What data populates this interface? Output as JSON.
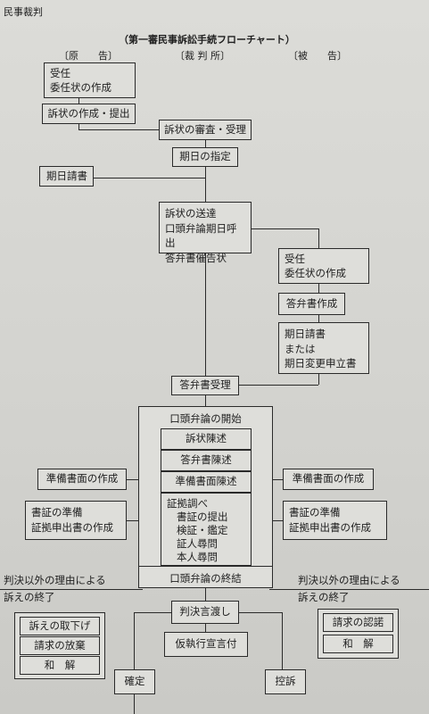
{
  "header": {
    "section": "民事裁判",
    "title": "（第一審民事訴訟手続フローチャート）",
    "col_plaintiff": "〔原　　告〕",
    "col_court": "〔裁 判 所〕",
    "col_defendant": "〔被　　告〕"
  },
  "nodes": {
    "p_juninn": [
      "受任",
      "委任状の作成"
    ],
    "p_sojo": "訴状の作成・提出",
    "c_shinsa": "訴状の審査・受理",
    "c_kijitsu": "期日の指定",
    "p_ukesho": "期日請書",
    "c_sotatsu": [
      "訴状の送達",
      "口頭弁論期日呼出",
      "答弁書催告状"
    ],
    "d_juninn": [
      "受任",
      "委任状の作成"
    ],
    "d_tobensho": "答弁書作成",
    "d_ukesho": [
      "期日請書",
      "または",
      "期日変更申立書"
    ],
    "c_juri": "答弁書受理",
    "c_kaishi": "口頭弁論の開始",
    "c_sojo_chinjutsu": "訴状陳述",
    "c_tobensho_chinjutsu": "答弁書陳述",
    "c_junbi_chinjutsu": "準備書面陳述",
    "c_shoko": [
      "証拠調べ",
      "書証の提出",
      "検証・鑑定",
      "証人尋問",
      "本人尋問"
    ],
    "p_junbi": "準備書面の作成",
    "d_junbi": "準備書面の作成",
    "p_shosho": [
      "書証の準備",
      "証拠申出書の作成"
    ],
    "d_shosho": [
      "書証の準備",
      "証拠申出書の作成"
    ],
    "c_shuketsu": "口頭弁論の終結",
    "p_other": [
      "判決以外の理由による",
      "訴えの終了"
    ],
    "d_other": [
      "判決以外の理由による",
      "訴えの終了"
    ],
    "p_torisage": "訴えの取下げ",
    "p_hoki": "請求の放棄",
    "p_wakai": "和　解",
    "d_nindaku": "請求の認諾",
    "d_wakai": "和　解",
    "c_hanketsu": "判決言渡し",
    "c_karishikko": "仮執行宣言付",
    "c_kakutei": "確定",
    "c_koso": "控訴"
  }
}
